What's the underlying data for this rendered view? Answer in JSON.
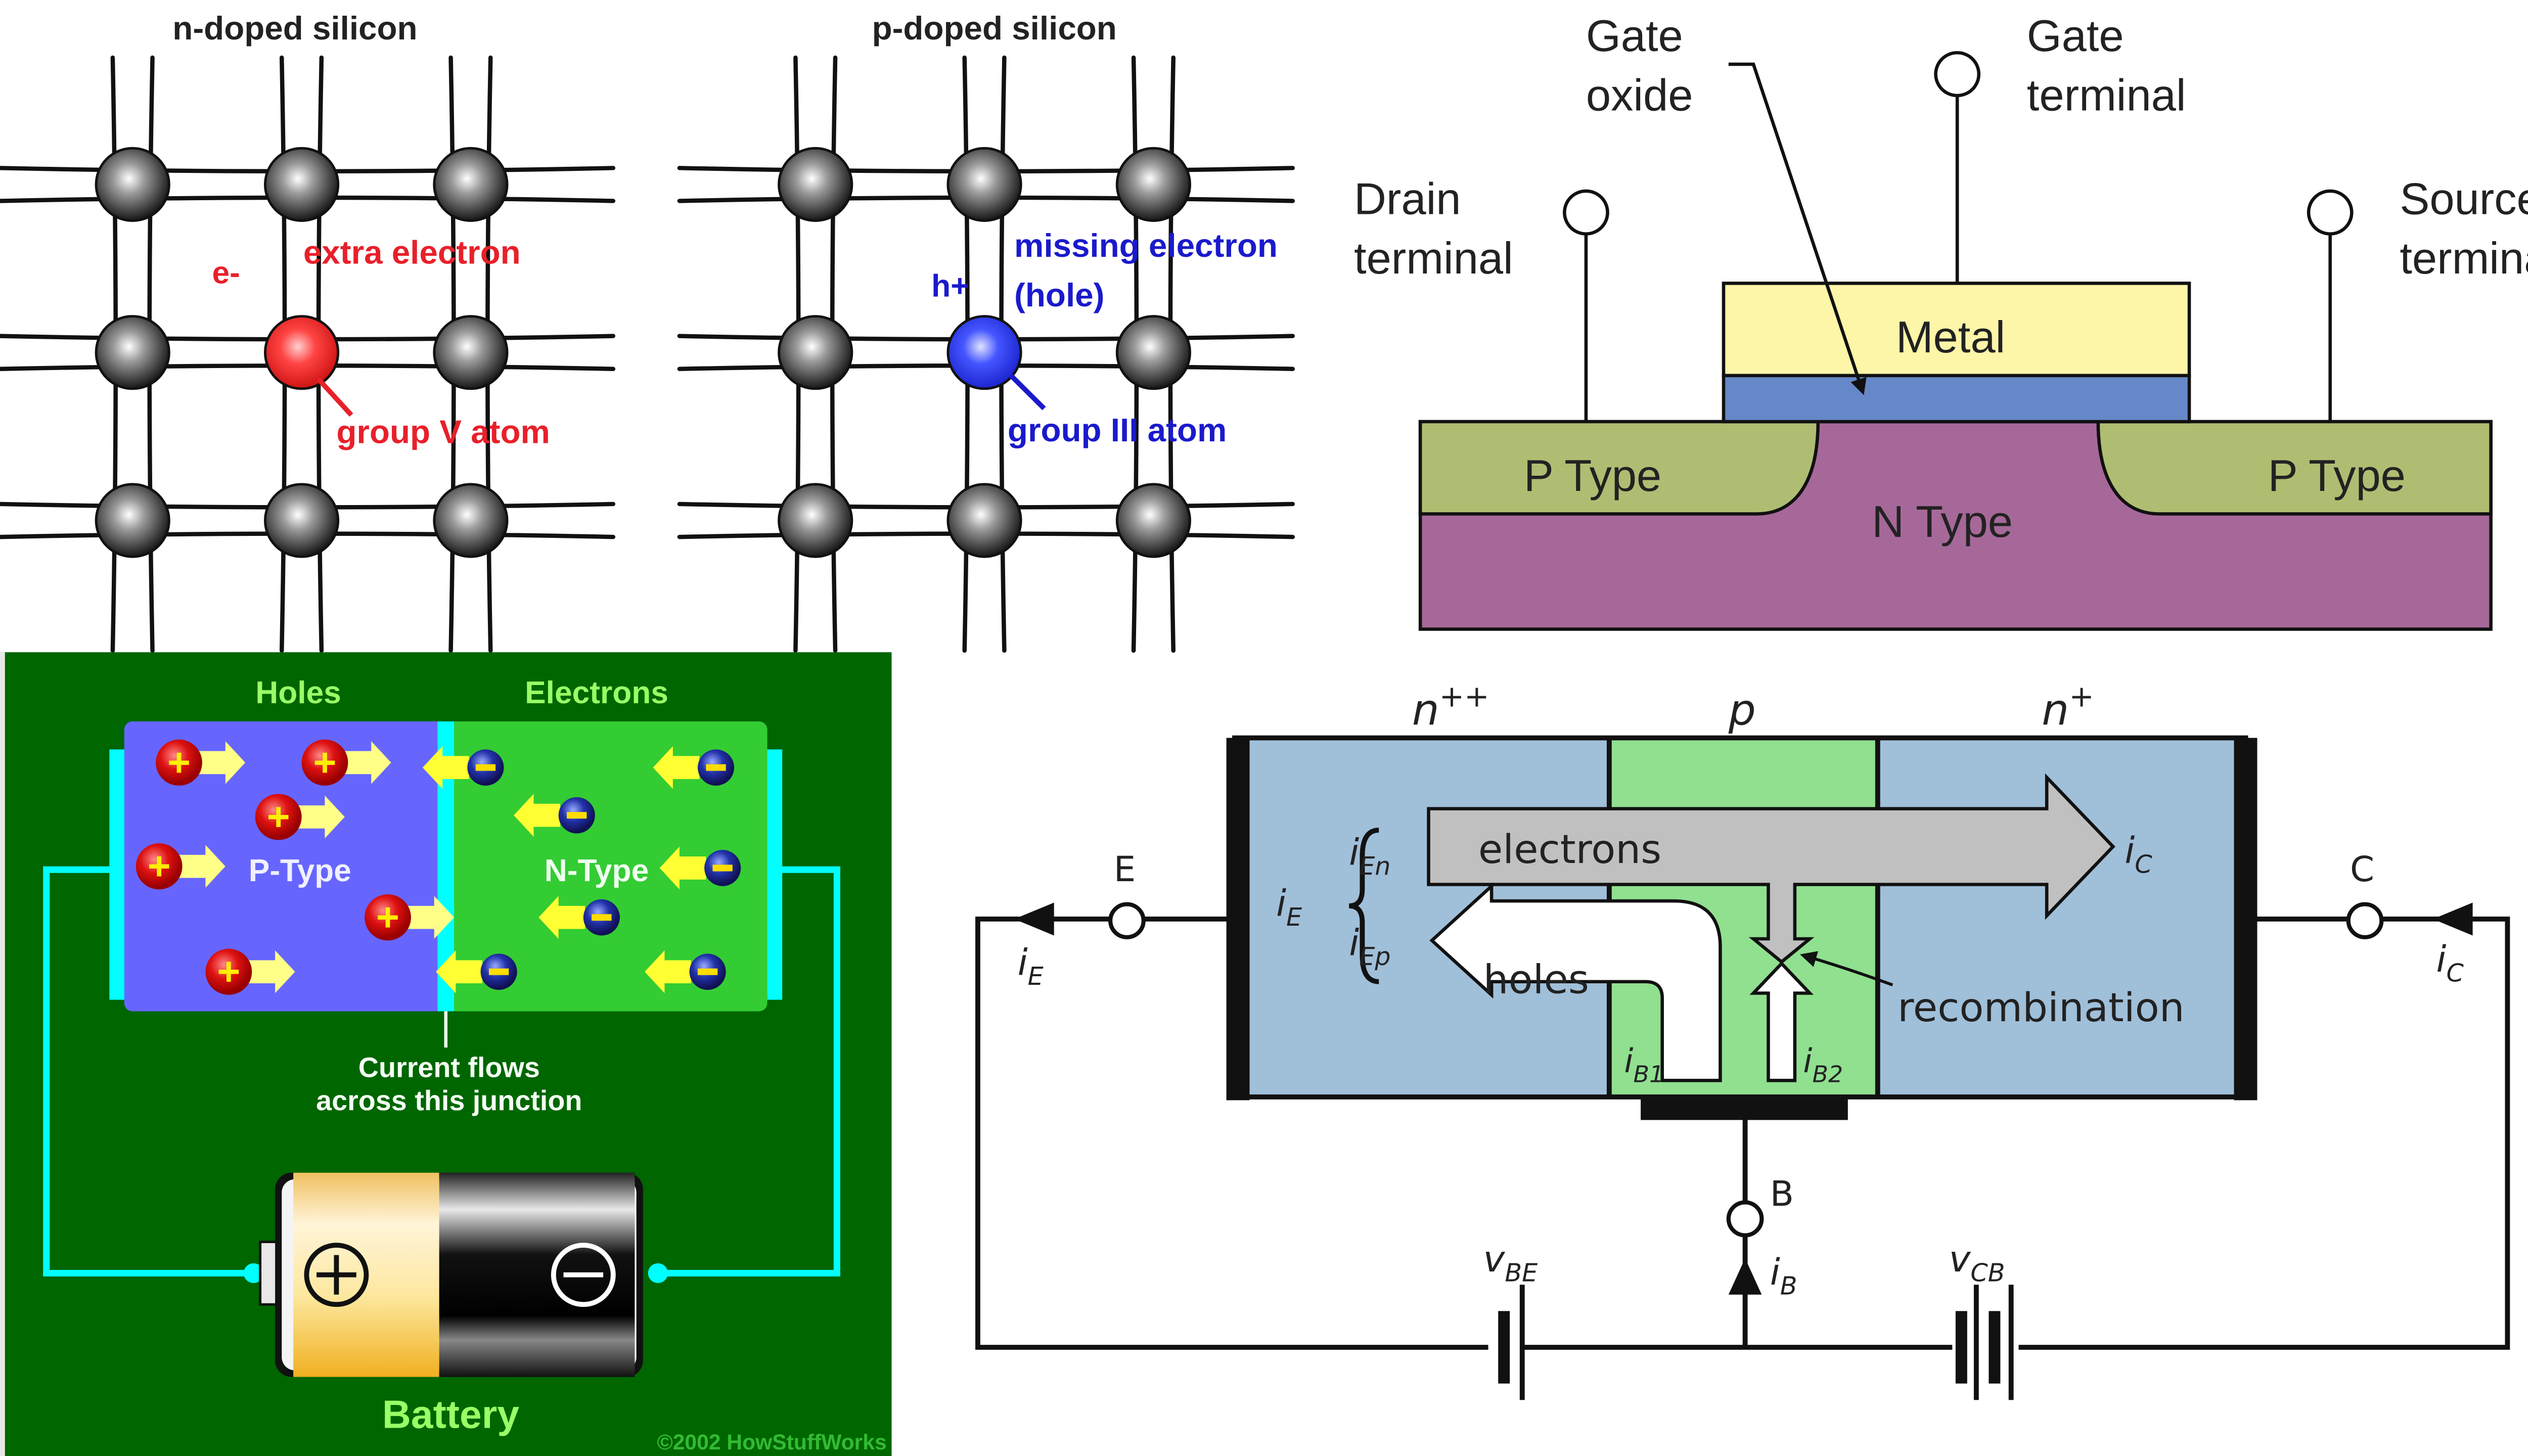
{
  "panels": {
    "n_doped": {
      "title": "n-doped silicon",
      "carrier_label": "e-",
      "note_label": "extra electron",
      "dopant_label": "group V atom",
      "label_color": "#e8202a",
      "dopant_color": "#ff3333"
    },
    "p_doped": {
      "title": "p-doped silicon",
      "carrier_label": "h+",
      "note_label_line1": "missing electron",
      "note_label_line2": "(hole)",
      "dopant_label": "group III atom",
      "label_color": "#1a1acc",
      "dopant_color": "#3344ff"
    },
    "mosfet": {
      "gate_oxide_line1": "Gate",
      "gate_oxide_line2": "oxide",
      "gate_terminal_line1": "Gate",
      "gate_terminal_line2": "terminal",
      "drain_terminal_line1": "Drain",
      "drain_terminal_line2": "terminal",
      "source_terminal_line1": "Source",
      "source_terminal_line2": "terminal",
      "metal_label": "Metal",
      "p_type_left": "P Type",
      "p_type_right": "P Type",
      "n_type": "N Type",
      "colors": {
        "metal": "#fdf6a8",
        "oxide": "#6688c8",
        "p_type": "#afbd72",
        "n_type": "#a66899"
      }
    },
    "pn_junction": {
      "holes_label": "Holes",
      "electrons_label": "Electrons",
      "p_type_label": "P-Type",
      "n_type_label": "N-Type",
      "junction_line1": "Current flows",
      "junction_line2": "across this junction",
      "battery_label": "Battery",
      "battery_plus": "+",
      "battery_minus": "−",
      "copyright": "©2002 HowStuffWorks",
      "hole_symbol": "+",
      "electron_symbol": "−",
      "colors": {
        "background": "#006600",
        "p_region": "#6666ff",
        "n_region": "#33cc33",
        "wire": "#00ffff",
        "label": "#99ff66",
        "hole": "#dd1111",
        "electron": "#2233aa",
        "arrow": "#ffff88"
      }
    },
    "bjt": {
      "emitter_region": "n",
      "emitter_sup": "++",
      "base_region": "p",
      "collector_region": "n",
      "collector_sup": "+",
      "electrons_label": "electrons",
      "holes_label": "holes",
      "recombination_label": "recombination",
      "terminal_e": "E",
      "terminal_c": "C",
      "terminal_b": "B",
      "i_main": "i",
      "sub_E": "E",
      "sub_En": "En",
      "sub_Ep": "Ep",
      "sub_C": "C",
      "sub_B": "B",
      "sub_B1": "B1",
      "sub_B2": "B2",
      "v_main": "v",
      "sub_BE": "BE",
      "sub_CB": "CB",
      "colors": {
        "n_region": "#a0bfd9",
        "p_region": "#90e090",
        "electron_arrow": "#c0c0c0",
        "hole_arrow": "#ffffff"
      }
    }
  }
}
